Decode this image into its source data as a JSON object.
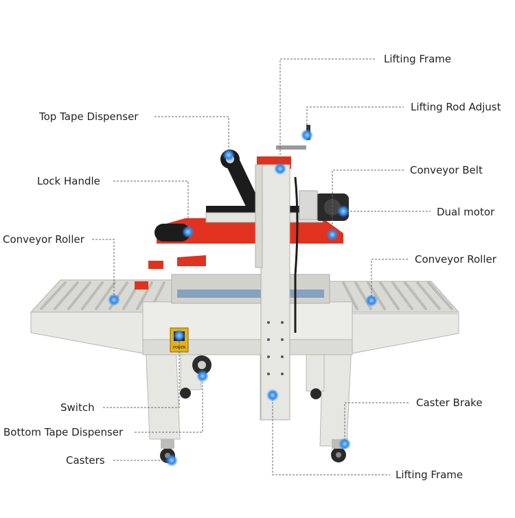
{
  "labels": {
    "lifting_frame_top": "Lifting Frame",
    "lifting_rod_adjust": "Lifting Rod Adjust",
    "top_tape_dispenser": "Top Tape Dispenser",
    "conveyor_belt": "Conveyor Belt",
    "lock_handle": "Lock Handle",
    "dual_motor": "Dual motor",
    "conveyor_roller_left": "Conveyor Roller",
    "conveyor_roller_right": "Conveyor Roller",
    "switch": "Switch",
    "caster_brake": "Caster Brake",
    "bottom_tape_dispenser": "Bottom Tape Dispenser",
    "casters": "Casters",
    "lifting_frame_bottom": "Lifting Frame"
  },
  "power_plate_text": "POWER",
  "colors": {
    "machine_body": "#e4e4e0",
    "machine_shadow": "#c9c9c4",
    "accent_red": "#e0321e",
    "belt_black": "#1c1c1c",
    "marker_blue": "#2f86e8",
    "leader_line": "#666666"
  }
}
